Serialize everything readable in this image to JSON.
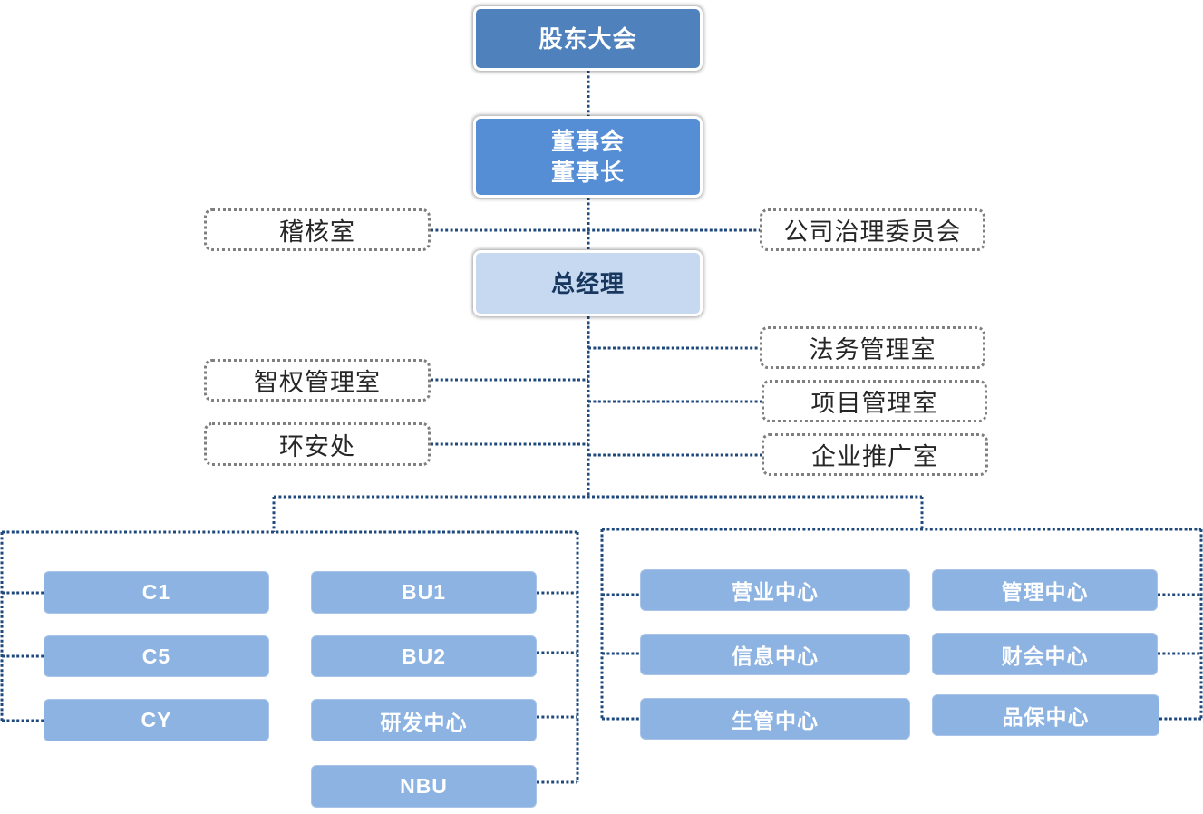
{
  "colors": {
    "shareholders_fill": "#4f81bd",
    "board_fill": "#558ed5",
    "gm_fill": "#c6d9f1",
    "gm_text": "#17375e",
    "staff_border": "#7f7f7f",
    "unit_fill": "#8db3e2",
    "line_color": "#1f497d"
  },
  "executive": {
    "shareholders": "股东大会",
    "board_line1": "董事会",
    "board_line2": "董事长",
    "gm": "总经理"
  },
  "staff_offices": {
    "audit": "稽核室",
    "governance": "公司治理委员会",
    "legal": "法务管理室",
    "ip": "智权管理室",
    "project": "项目管理室",
    "ehs": "环安处",
    "promotion": "企业推广室"
  },
  "units_left": {
    "col1": [
      "C1",
      "C5",
      "CY"
    ],
    "col2": [
      "BU1",
      "BU2",
      "研发中心",
      "NBU"
    ]
  },
  "units_right": {
    "col1": [
      "营业中心",
      "信息中心",
      "生管中心"
    ],
    "col2": [
      "管理中心",
      "财会中心",
      "品保中心"
    ]
  }
}
